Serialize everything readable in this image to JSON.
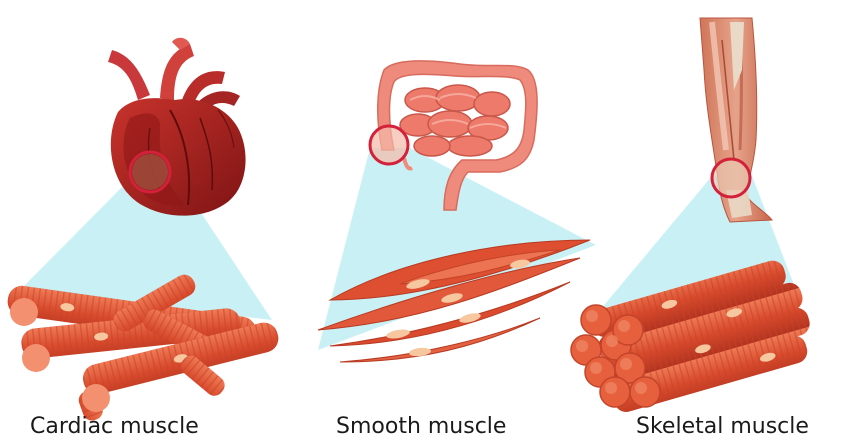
{
  "panels": [
    {
      "organ": "heart",
      "label": "Cardiac muscle"
    },
    {
      "organ": "intestine",
      "label": "Smooth muscle"
    },
    {
      "organ": "leg",
      "label": "Skeletal muscle"
    }
  ],
  "colors": {
    "zoom_beam": "#c6f0f4",
    "highlight_ring": "#d4213a",
    "heart_red": "#a81e1e",
    "heart_light": "#d0423a",
    "intestine_pink": "#ee8b7d",
    "muscle_orange": "#e2573a",
    "nucleus": "#f7c7a0",
    "tendon": "#e9d9c6"
  }
}
